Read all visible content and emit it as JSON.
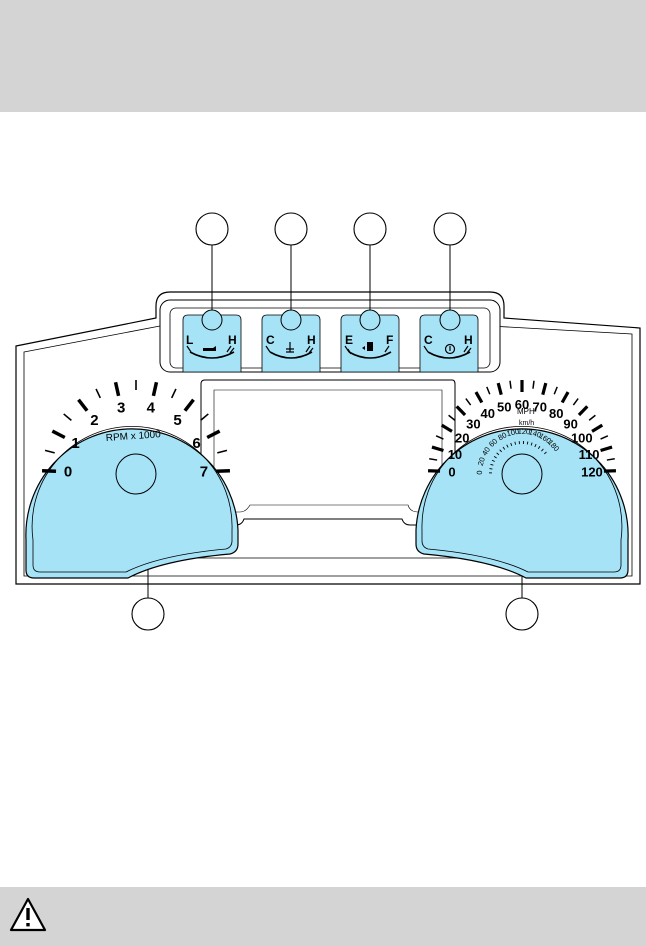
{
  "gauges": {
    "oil": {
      "low": "L",
      "high": "H",
      "icon": "oil-can-icon"
    },
    "temp": {
      "cold": "C",
      "hot": "H",
      "icon": "thermometer-icon"
    },
    "fuel": {
      "empty": "E",
      "full": "F",
      "icon": "fuel-pump-icon"
    },
    "trans": {
      "cold": "C",
      "hot": "H",
      "icon": "transmission-temp-icon"
    }
  },
  "tachometer": {
    "label": "RPM x 1000",
    "ticks": [
      "0",
      "1",
      "2",
      "3",
      "4",
      "5",
      "6",
      "7"
    ]
  },
  "speedometer": {
    "unit_mph": "MPH",
    "unit_kmh": "km/h",
    "mph_ticks": [
      "0",
      "10",
      "20",
      "30",
      "40",
      "50",
      "60",
      "70",
      "80",
      "90",
      "100",
      "110",
      "120"
    ],
    "kmh_ticks": [
      "0",
      "20",
      "40",
      "60",
      "80",
      "100",
      "120",
      "140",
      "160",
      "180"
    ]
  },
  "colors": {
    "gauge_fill": "#a6e3f6",
    "line": "#000000",
    "band": "#d4d4d4"
  }
}
